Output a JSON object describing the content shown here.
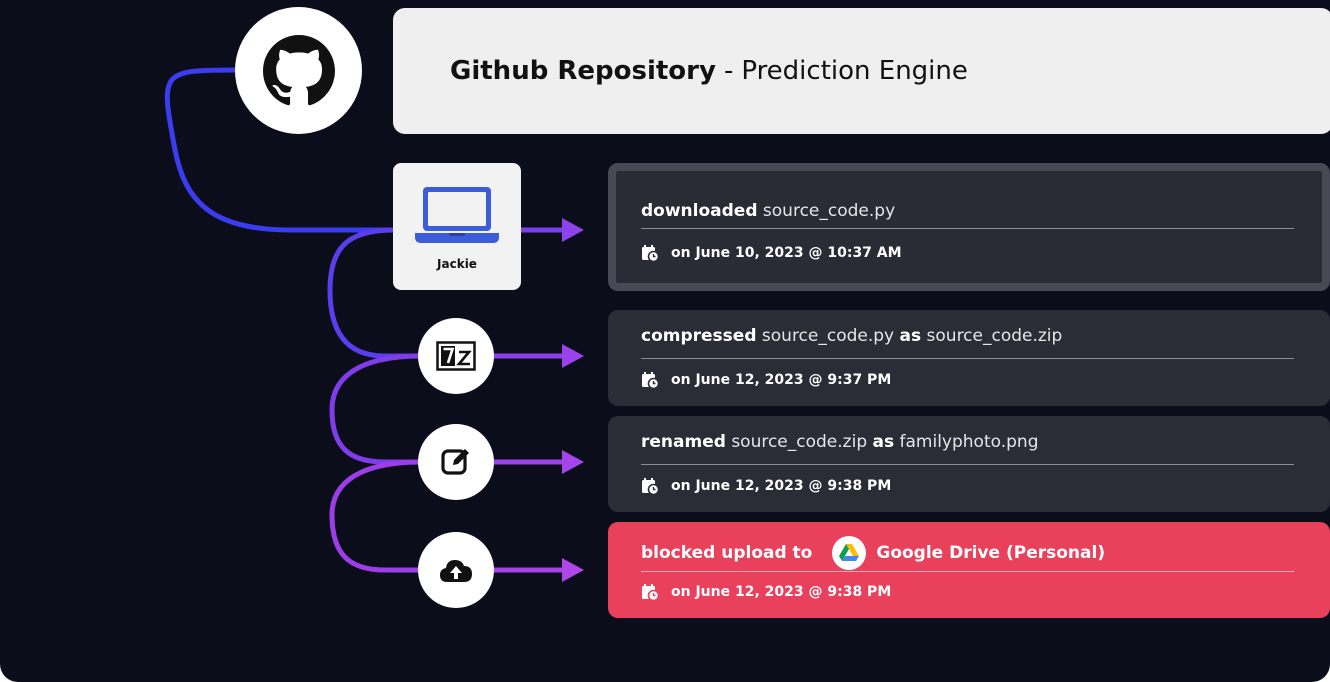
{
  "repository": {
    "label": "Github Repository",
    "separator": "-",
    "name": "Prediction Engine",
    "icon": "github-icon"
  },
  "device": {
    "user": "Jackie",
    "icon": "laptop-icon"
  },
  "colors": {
    "background": "#0b0d1a",
    "flow_start": "#3b3fe6",
    "flow_end": "#a03ce8",
    "card": "#2b2d36",
    "blocked": "#e9405c"
  },
  "events": [
    {
      "action": "downloaded",
      "detail": "source_code.py",
      "timestamp": "on June 10, 2023 @ 10:37 AM",
      "icon": "laptop-icon"
    },
    {
      "action": "compressed",
      "detail": "source_code.py",
      "connector": "as",
      "target": "source_code.zip",
      "timestamp": "on June 12, 2023 @ 9:37 PM",
      "icon": "7zip-icon"
    },
    {
      "action": "renamed",
      "detail": "source_code.zip",
      "connector": "as",
      "target": "familyphoto.png",
      "timestamp": "on June 12, 2023 @ 9:38 PM",
      "icon": "edit-icon"
    },
    {
      "action": "blocked upload to",
      "destination": "Google Drive (Personal)",
      "timestamp": "on June 12, 2023 @ 9:38 PM",
      "icon": "cloud-upload-icon",
      "destination_icon": "google-drive-icon",
      "status": "blocked"
    }
  ]
}
